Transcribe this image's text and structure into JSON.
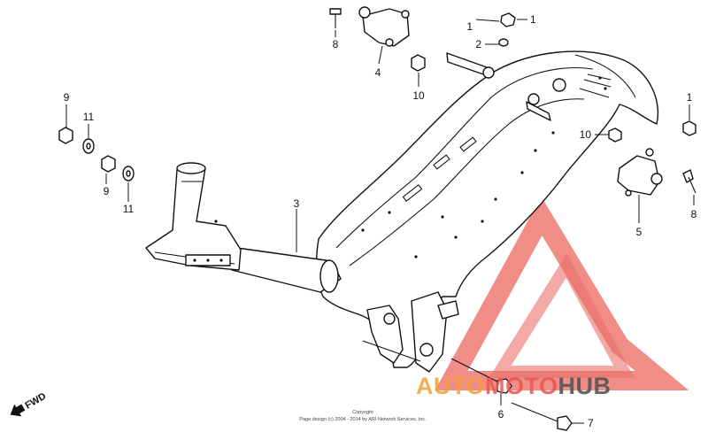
{
  "colors": {
    "ink": "#111111",
    "watermark_red": "#e8574f",
    "watermark_orange": "#f2a23a",
    "watermark_gray": "#555555"
  },
  "fwd_label": "FWD",
  "callouts": [
    "1",
    "1",
    "1",
    "2",
    "3",
    "4",
    "5",
    "6",
    "7",
    "8",
    "8",
    "9",
    "9",
    "10",
    "10",
    "11",
    "11"
  ],
  "copyright": {
    "line1": "Copyright",
    "line2": "Page design (c) 2004 - 2014 by ARI Network Services, Inc."
  },
  "watermark": {
    "part1": "AUTO",
    "part2": "MOTO",
    "part3": "HUB"
  }
}
